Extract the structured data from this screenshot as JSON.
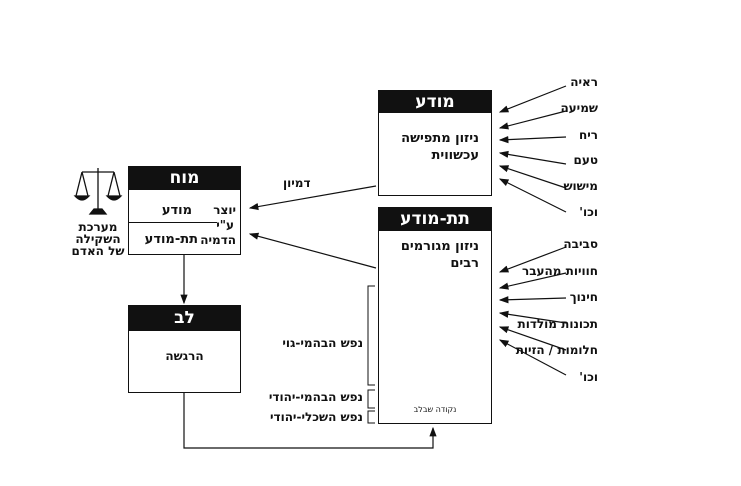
{
  "conscious": {
    "title": "מודע",
    "text_line1": "ניזון מתפישה",
    "text_line2": "עכשווית"
  },
  "subconscious": {
    "title": "תת-מודע",
    "text_line1": "ניזון מגורמים",
    "text_line2": "רבים",
    "core_label": "נקודה שבלב"
  },
  "brain": {
    "title": "מוח",
    "created_by_1": "יוצר",
    "created_by_2": "ע\"י",
    "created_by_3": "הדמיה",
    "conscious": "מודע",
    "subconscious": "תת-מודע"
  },
  "heart": {
    "title": "לב",
    "text": "הרגשה"
  },
  "scale": {
    "line1": "מערכת",
    "line2": "השקילה",
    "line3": "של האדם"
  },
  "imagination_label": "דמיון",
  "senses": [
    "ראיה",
    "שמיעה",
    "ריח",
    "טעם",
    "מישוש",
    "וכו'"
  ],
  "influences": [
    "סביבה",
    "חוויות מהעבר",
    "חינוך",
    "תכונות מולדות",
    "חלומות / הזיות",
    "וכו'"
  ],
  "soul_layers": {
    "animal_gentile": "נפש הבהמי-גוי",
    "animal_jewish": "נפש הבהמי-יהודי",
    "divine_jewish": "נפש השכלי-יהודי"
  }
}
